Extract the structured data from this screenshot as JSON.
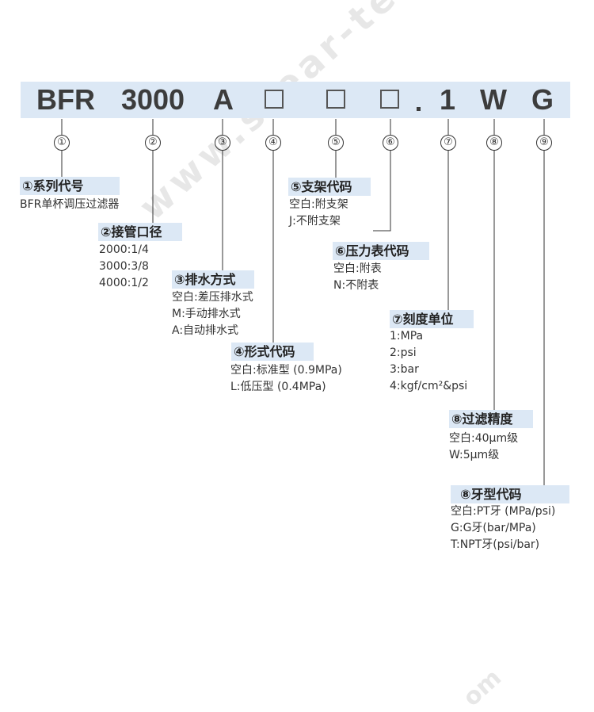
{
  "watermark": "www.stear-tech.com",
  "watermark_bottom": "om",
  "model_code": {
    "segments": [
      "BFR",
      "3000",
      "A",
      "1",
      "W",
      "G"
    ]
  },
  "circled_numbers": [
    "①",
    "②",
    "③",
    "④",
    "⑤",
    "⑥",
    "⑦",
    "⑧",
    "⑨"
  ],
  "items": [
    {
      "label": "①系列代号",
      "options": [
        "BFR单杯调压过滤器"
      ]
    },
    {
      "label": "②接管口径",
      "options": [
        "2000:1/4",
        "3000:3/8",
        "4000:1/2"
      ]
    },
    {
      "label": "③排水方式",
      "options": [
        "空白:差压排水式",
        "M:手动排水式",
        "A:自动排水式"
      ]
    },
    {
      "label": "④形式代码",
      "options": [
        "空白:标准型 (0.9MPa)",
        "L:低压型 (0.4MPa)"
      ]
    },
    {
      "label": "⑤支架代码",
      "options": [
        "空白:附支架",
        "J:不附支架"
      ]
    },
    {
      "label": "⑥压力表代码",
      "options": [
        "空白:附表",
        "N:不附表"
      ]
    },
    {
      "label": "⑦刻度单位",
      "options": [
        "1:MPa",
        "2:psi",
        "3:bar",
        "4:kgf/cm²&psi"
      ]
    },
    {
      "label": "⑧过滤精度",
      "options": [
        "空白:40μm级",
        "W:5μm级"
      ]
    },
    {
      "label": "⑧牙型代码",
      "options": [
        "空白:PT牙 (MPa/psi)",
        "G:G牙(bar/MPa)",
        "T:NPT牙(psi/bar)"
      ]
    }
  ]
}
